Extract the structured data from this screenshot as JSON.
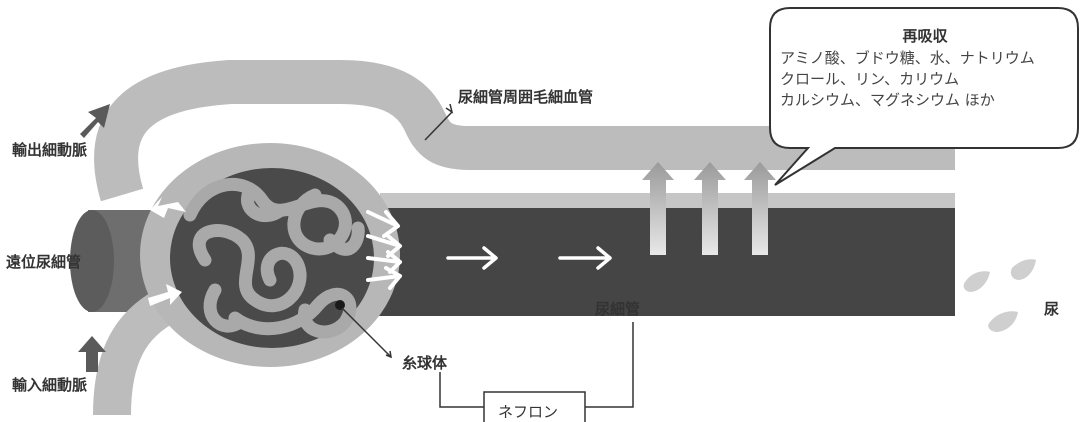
{
  "labels": {
    "peritubular_capillary": "尿細管周囲毛細血管",
    "efferent_arteriole": "輸出細動脈",
    "distal_tubule": "遠位尿細管",
    "afferent_arteriole": "輸入細動脈",
    "glomerulus": "糸球体",
    "tubule": "尿細管",
    "nephron": "ネフロン",
    "urine": "尿"
  },
  "callout": {
    "title": "再吸収",
    "lines": [
      "アミノ酸、ブドウ糖、水、ナトリウム",
      "クロール、リン、カリウム",
      "カルシウム、マグネシウム ほか"
    ]
  }
}
